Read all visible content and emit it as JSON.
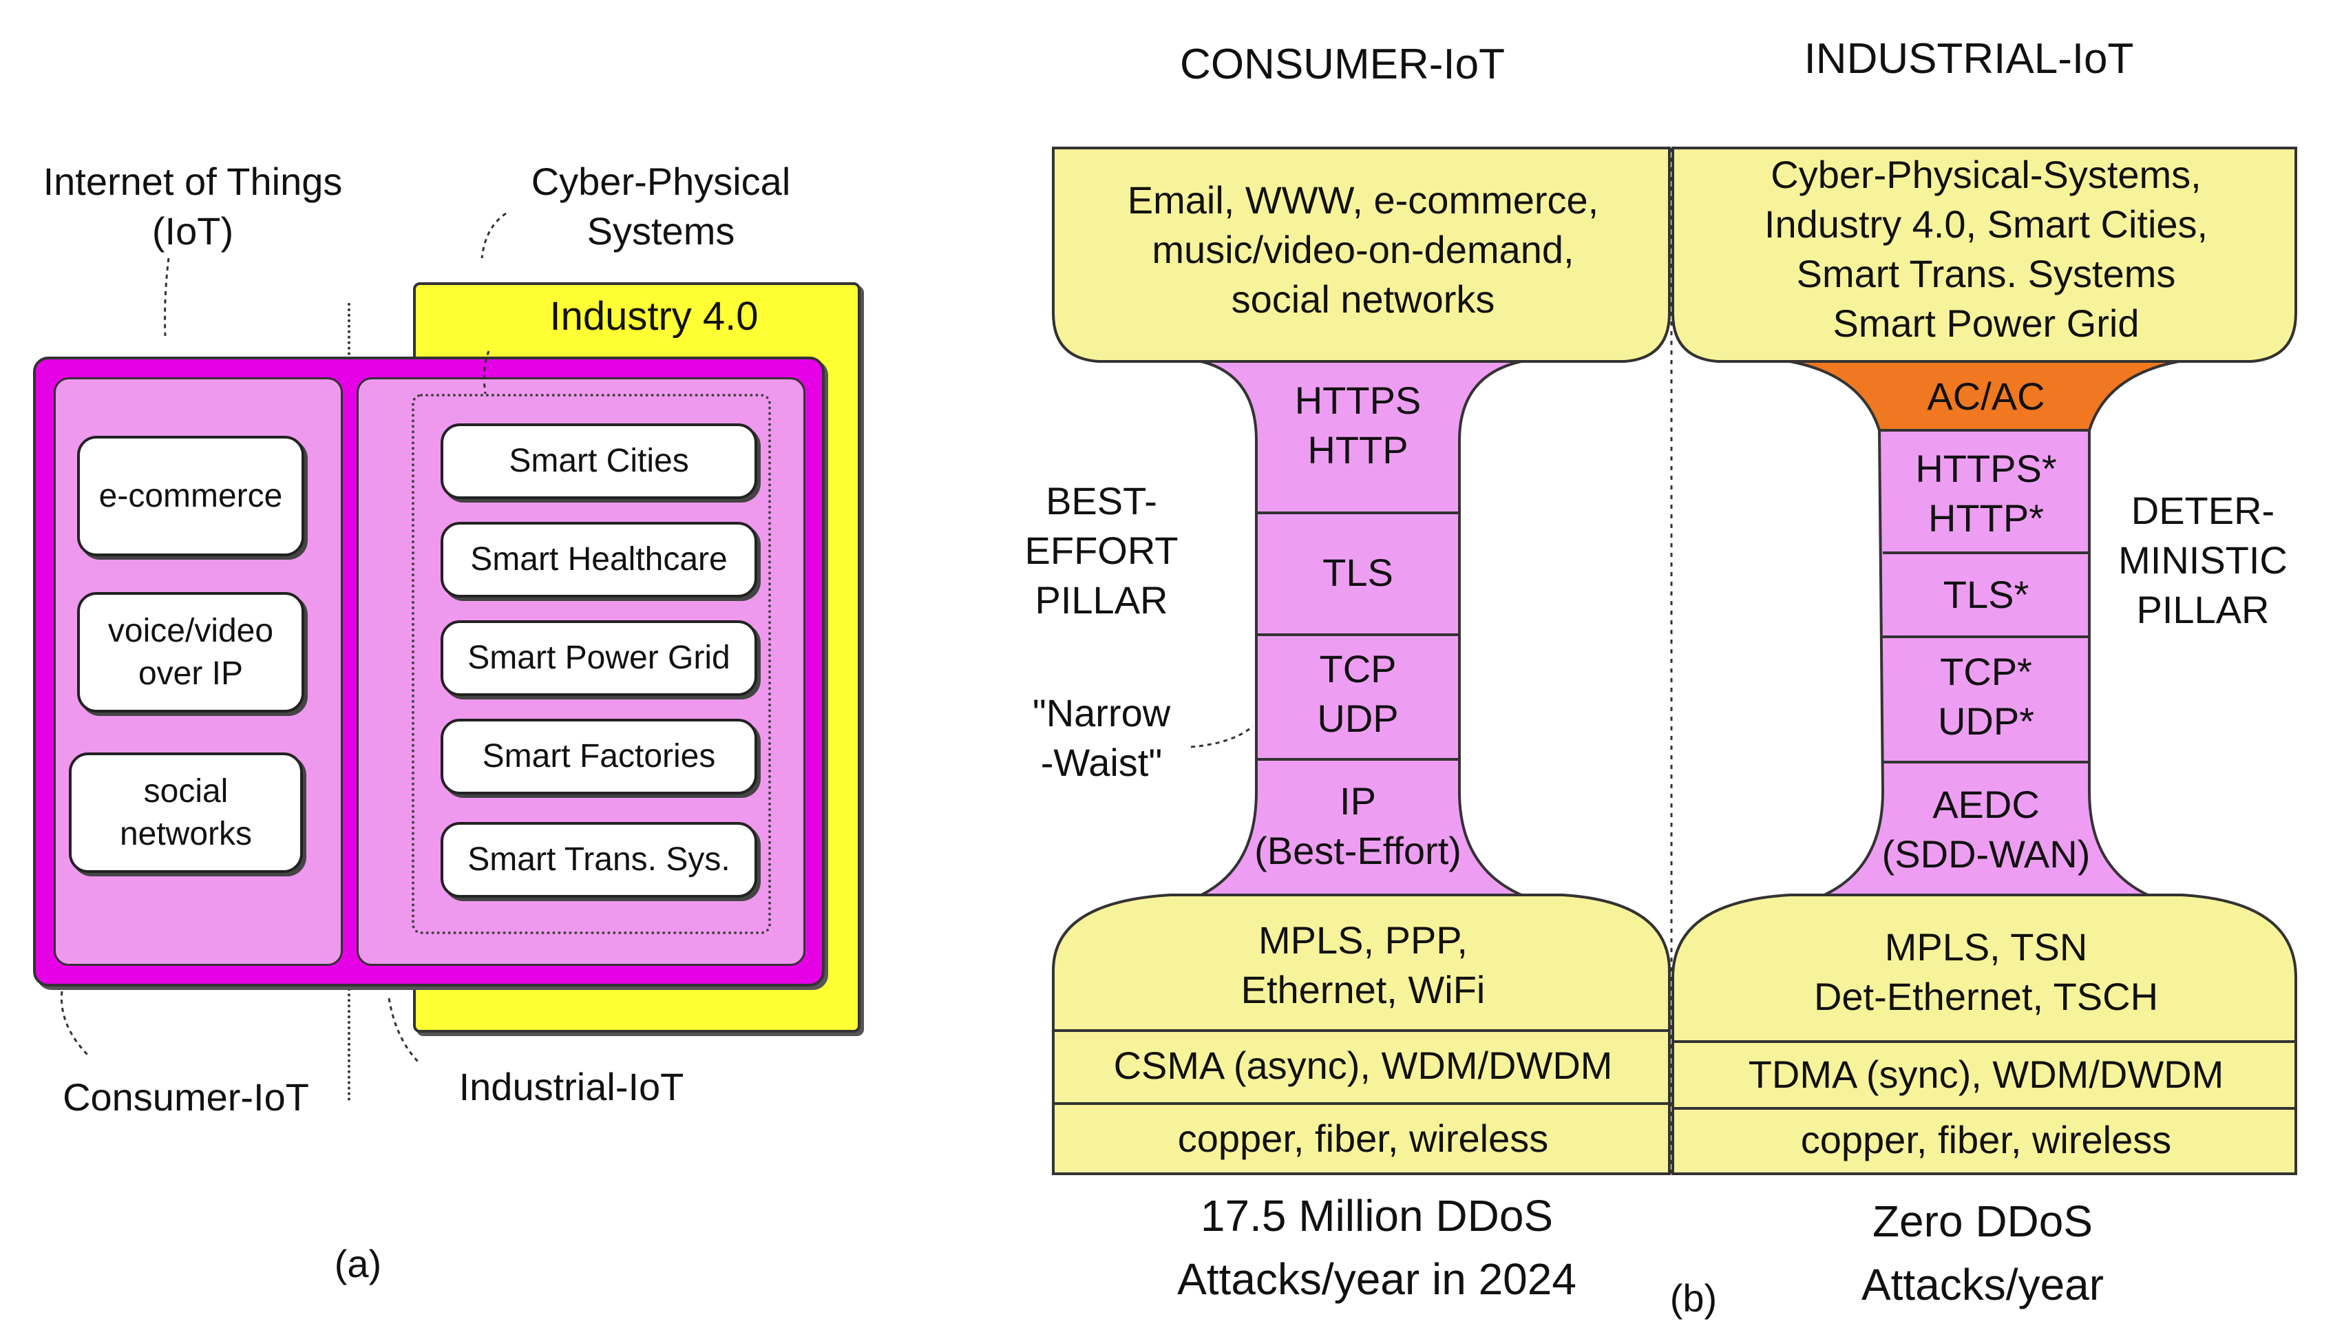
{
  "panel_a": {
    "iot_label": [
      "Internet of Things",
      "(IoT)"
    ],
    "cps_label": [
      "Cyber-Physical",
      "Systems"
    ],
    "industry_title": "Industry 4.0",
    "consumer_items": [
      [
        "e-commerce"
      ],
      [
        "voice/video",
        "over IP"
      ],
      [
        "social",
        "networks"
      ]
    ],
    "industrial_items": [
      "Smart Cities",
      "Smart Healthcare",
      "Smart Power Grid",
      "Smart Factories",
      "Smart Trans. Sys."
    ],
    "consumer_label": "Consumer-IoT",
    "industrial_label": "Industrial-IoT",
    "caption": "(a)"
  },
  "panel_b": {
    "consumer_heading": "CONSUMER-IoT",
    "industrial_heading": "INDUSTRIAL-IoT",
    "consumer_top": [
      "Email, WWW, e-commerce,",
      "music/video-on-demand,",
      "social networks"
    ],
    "industrial_top": [
      "Cyber-Physical-Systems,",
      "Industry 4.0, Smart Cities,",
      "Smart Trans. Systems",
      "Smart Power Grid"
    ],
    "consumer_stack": [
      [
        "HTTPS",
        "HTTP"
      ],
      [
        "TLS"
      ],
      [
        "TCP",
        "UDP"
      ],
      [
        "IP",
        "(Best-Effort)"
      ]
    ],
    "industrial_acac": "AC/AC",
    "industrial_stack": [
      [
        "HTTPS*",
        "HTTP*"
      ],
      [
        "TLS*"
      ],
      [
        "TCP*",
        "UDP*"
      ],
      [
        "AEDC",
        "(SDD-WAN)"
      ]
    ],
    "consumer_bottom": [
      [
        "MPLS, PPP,",
        "Ethernet, WiFi"
      ],
      [
        "CSMA (async), WDM/DWDM"
      ],
      [
        "copper, fiber, wireless"
      ]
    ],
    "industrial_bottom": [
      [
        "MPLS, TSN",
        "Det-Ethernet, TSCH"
      ],
      [
        "TDMA (sync), WDM/DWDM"
      ],
      [
        "copper, fiber, wireless"
      ]
    ],
    "best_effort_label": [
      "BEST-",
      "EFFORT",
      "PILLAR"
    ],
    "narrow_waist_label": [
      "\"Narrow",
      "-Waist\""
    ],
    "deterministic_label": [
      "DETER-",
      "MINISTIC",
      "PILLAR"
    ],
    "consumer_stat": [
      "17.5 Million DDoS",
      "Attacks/year in 2024"
    ],
    "industrial_stat": [
      "Zero DDoS",
      "Attacks/year"
    ],
    "caption": "(b)"
  },
  "colors": {
    "yellow": "#f7f39a",
    "bright_yellow": "#ffff33",
    "magenta": "#e600e6",
    "pink": "#ee99ee",
    "stack_pink": "#ee9ef2",
    "orange": "#f07820"
  }
}
